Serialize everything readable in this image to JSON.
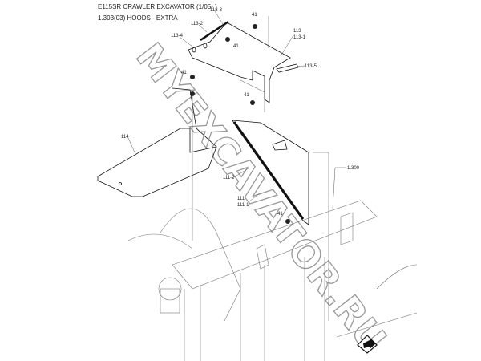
{
  "header": {
    "title": "E115SR CRAWLER EXCAVATOR (1/05- )",
    "subtitle": "1.303(03) HOODS - EXTRA"
  },
  "callouts": {
    "c113_3": "113-3",
    "c113_2": "113-2",
    "c113_4": "113-4",
    "c41_a": "41",
    "c41_b": "41",
    "c113": "113",
    "c113_1": "113-1",
    "c113_5": "113-5",
    "c41_c": "41",
    "c41_d": "41",
    "c114": "114",
    "c111_2": "111-2",
    "c111": "111",
    "c111_1": "111-1",
    "c1_300": "1.300",
    "c41_e": "41"
  },
  "watermark": "MYEXCAVATOR.RU",
  "nav_icon": "next-page-arrow-icon"
}
